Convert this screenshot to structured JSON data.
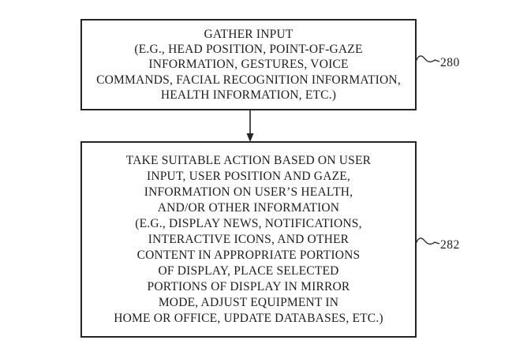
{
  "figure": {
    "background_color": "#ffffff",
    "line_color": "#252525",
    "text_color": "#1d1d1d"
  },
  "boxes": [
    {
      "id": "gather-input",
      "ref_label": "280",
      "lines": [
        "GATHER INPUT",
        "(E.G., HEAD POSITION, POINT-OF-GAZE",
        "INFORMATION, GESTURES, VOICE",
        "COMMANDS, FACIAL RECOGNITION INFORMATION,",
        "HEALTH INFORMATION, ETC.)"
      ]
    },
    {
      "id": "take-suitable-action",
      "ref_label": "282",
      "lines": [
        "TAKE SUITABLE ACTION BASED ON USER",
        "INPUT, USER POSITION AND GAZE,",
        "INFORMATION ON USER’S HEALTH,",
        "AND/OR OTHER INFORMATION",
        "(E.G., DISPLAY NEWS, NOTIFICATIONS,",
        "INTERACTIVE ICONS, AND OTHER",
        "CONTENT IN APPROPRIATE PORTIONS",
        "OF DISPLAY, PLACE SELECTED",
        "PORTIONS OF DISPLAY IN MIRROR",
        "MODE, ADJUST EQUIPMENT IN",
        "HOME OR OFFICE, UPDATE DATABASES, ETC.)"
      ]
    }
  ],
  "connector": {
    "type": "arrow-down",
    "from": "gather-input",
    "to": "take-suitable-action"
  }
}
